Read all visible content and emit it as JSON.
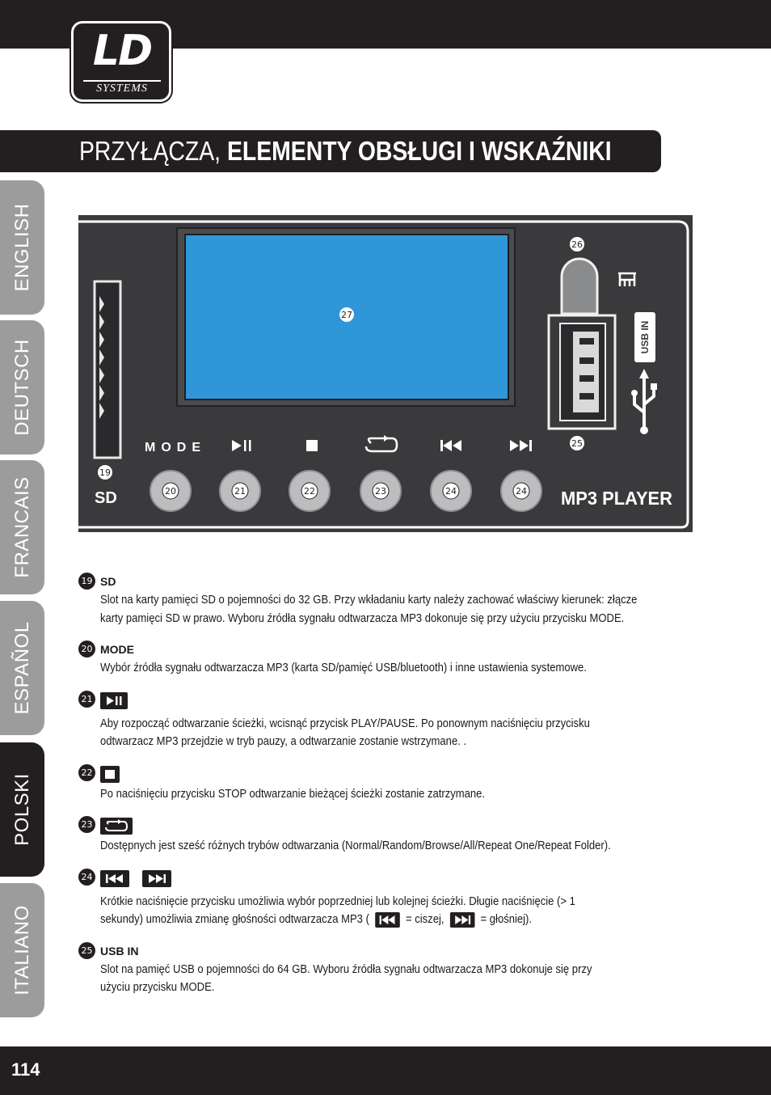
{
  "brand": {
    "logo_main": "LD",
    "logo_sub": "SYSTEMS"
  },
  "title": {
    "light": "PRZYŁĄCZA,",
    "bold": "ELEMENTY OBSŁUGI I WSKAŹNIKI"
  },
  "language_tabs": [
    {
      "label": "ENGLISH",
      "active": false
    },
    {
      "label": "DEUTSCH",
      "active": false
    },
    {
      "label": "FRANCAIS",
      "active": false
    },
    {
      "label": "ESPAÑOL",
      "active": false
    },
    {
      "label": "POLSKI",
      "active": true
    },
    {
      "label": "ITALIANO",
      "active": false
    }
  ],
  "panel": {
    "mode_label": "MODE",
    "sd_label": "SD",
    "player_label": "MP3 PLAYER",
    "usb_label": "USB IN",
    "callouts": {
      "sd": "19",
      "mode": "20",
      "play": "21",
      "stop": "22",
      "repeat": "23",
      "prev": "24",
      "next": "24",
      "usb": "25",
      "pointer": "26",
      "display": "27"
    },
    "colors": {
      "panel": "#3a3a3c",
      "display": "#2f96d8",
      "button": "#bcbdbf"
    }
  },
  "items": [
    {
      "num": "19",
      "heading": "SD",
      "lines": [
        "Slot na karty pamięci SD o pojemności do 32 GB. Przy wkładaniu karty należy zachować właściwy kierunek: złącze",
        "karty pamięci SD w prawo. Wyboru źródła sygnału odtwarzacza MP3 dokonuje się przy użyciu przycisku MODE."
      ]
    },
    {
      "num": "20",
      "heading": "MODE",
      "lines": [
        "Wybór źródła sygnału odtwarzacza MP3 (karta SD/pamięć USB/bluetooth) i inne ustawienia systemowe."
      ]
    },
    {
      "num": "21",
      "icon": "play-pause-icon",
      "lines": [
        "Aby rozpocząć odtwarzanie ścieżki, wcisnąć przycisk PLAY/PAUSE. Po ponownym naciśnięciu przycisku",
        "odtwarzacz MP3 przejdzie w tryb pauzy, a odtwarzanie zostanie wstrzymane. ."
      ]
    },
    {
      "num": "22",
      "icon": "stop-icon",
      "lines": [
        "Po naciśnięciu przycisku STOP odtwarzanie bieżącej ścieżki zostanie zatrzymane."
      ]
    },
    {
      "num": "23",
      "icon": "repeat-icon",
      "lines": [
        "Dostępnych jest sześć różnych trybów odtwarzania (Normal/Random/Browse/All/Repeat One/Repeat Folder)."
      ]
    },
    {
      "num": "24",
      "icon": "skip-icons",
      "line1": "Krótkie naciśnięcie przycisku umożliwia wybór poprzedniej lub kolejnej ścieżki. Długie naciśnięcie (> 1",
      "line2a": "sekundy) umożliwia zmianę głośności odtwarzacza MP3 (",
      "line2b": "= ciszej,",
      "line2c": "= głośniej)."
    },
    {
      "num": "25",
      "heading": "USB IN",
      "lines": [
        "Slot na pamięć USB o pojemności do 64 GB. Wyboru źródła sygnału odtwarzacza MP3 dokonuje się przy",
        "użyciu przycisku MODE."
      ]
    }
  ],
  "page_number": "114"
}
